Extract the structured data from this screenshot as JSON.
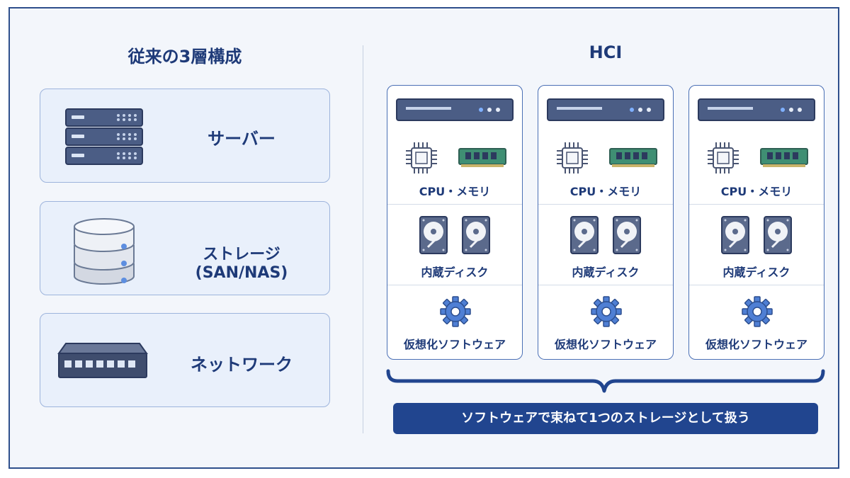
{
  "left": {
    "title": "従来の3層構成",
    "items": [
      {
        "label": "サーバー",
        "icon": "server-rack-icon"
      },
      {
        "label": "ストレージ (SAN/NAS)",
        "icon": "storage-database-icon"
      },
      {
        "label": "ネットワーク",
        "icon": "network-switch-icon"
      }
    ]
  },
  "right": {
    "title": "HCI",
    "nodes": [
      {
        "cpu_mem_label": "CPU・メモリ",
        "disk_label": "内蔵ディスク",
        "software_label": "仮想化ソフトウェア"
      },
      {
        "cpu_mem_label": "CPU・メモリ",
        "disk_label": "内蔵ディスク",
        "software_label": "仮想化ソフトウェア"
      },
      {
        "cpu_mem_label": "CPU・メモリ",
        "disk_label": "内蔵ディスク",
        "software_label": "仮想化ソフトウェア"
      }
    ],
    "banner": "ソフトウェアで束ねて1つのストレージとして扱う"
  },
  "colors": {
    "accent": "#1e3a78",
    "banner_bg": "#21458f",
    "card_bg": "#e9f0fb",
    "node_border": "#4a6fb5",
    "memory_green": "#3f8f73",
    "gear_blue": "#4f7fd4"
  }
}
